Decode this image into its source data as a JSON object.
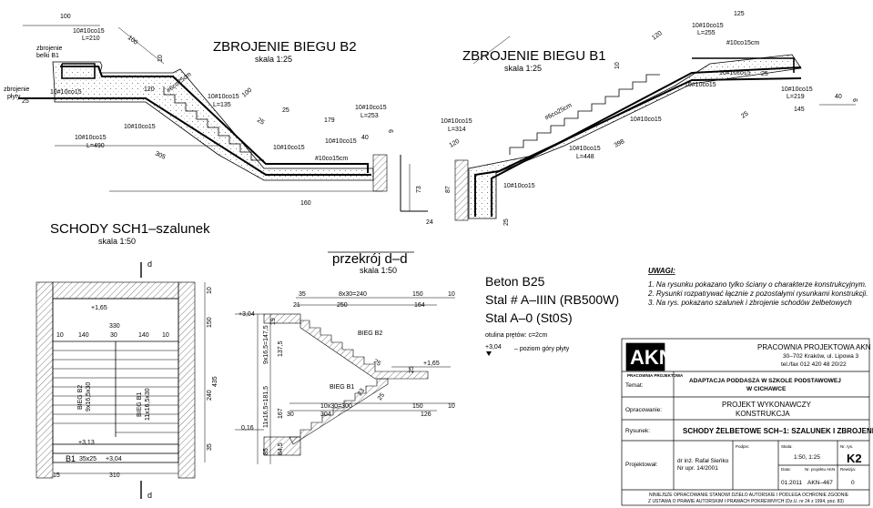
{
  "drawing": {
    "b2_title": "ZBROJENIE  BIEGU  B2",
    "b2_scale": "skala 1:25",
    "b1_title": "ZBROJENIE  BIEGU  B1",
    "b1_scale": "skala 1:25",
    "sch_title": "SCHODY  SCH1–szalunek",
    "sch_scale": "skala 1:50",
    "dd_title": "przekrój  d–d",
    "dd_scale": "skala 1:50",
    "b2_labels": {
      "d100a": "100",
      "zb_belki": "zbrojenie",
      "zb_belki2": "belki B1",
      "bar_top": "10#10co15",
      "len_210": "L=210",
      "d100b": "100",
      "d10": "10",
      "zb_plyty": "zbrojenie",
      "zb_plyty2": "płyty",
      "d25": "25",
      "bar_l": "10#10co15",
      "bar_l2": "10#10co15",
      "len_490": "L=490",
      "d305": "305",
      "bar_m": "10#10co15",
      "d120": "120",
      "stir": "#6co25cm",
      "bar_135": "10#10co15",
      "len_135": "L=135",
      "d100c": "100",
      "d25b": "25",
      "d25c": "25",
      "d179": "179",
      "bar_253": "10#10co15",
      "len_253": "L=253",
      "bar_n": "10#10co15",
      "bar_o": "10#10co15",
      "stir2": "#10co15cm",
      "d40": "40",
      "d9": "9",
      "d160": "160"
    },
    "b1_labels": {
      "d120": "120",
      "d10": "10",
      "bar_314": "10#10co15",
      "len_314": "L=314",
      "d120b": "120",
      "stir": "#6co25cm",
      "bar_448": "10#10co15",
      "len_448": "L=448",
      "d398": "398",
      "bar_a": "10#10co15",
      "bar_b": "10#10co15",
      "d125": "125",
      "bar_255": "10#10co15",
      "len_255": "L=255",
      "stir2": "#10co15cm",
      "bar_c": "10#10co15",
      "d25": "25",
      "bar_219": "10#10co15",
      "len_219": "L=219",
      "d145": "145",
      "d25b": "25",
      "d40": "40",
      "d9": "9",
      "bar_d": "10#10co15",
      "d73": "73",
      "d87": "87",
      "d24": "24",
      "d25c": "25"
    },
    "plan_labels": {
      "sec_d": "d",
      "sec_d2": "d",
      "lvl1": "+1,65",
      "d330": "330",
      "d10a": "10",
      "d140a": "140",
      "d30": "30",
      "d140b": "140",
      "d10b": "10",
      "bieg_b2": "BIEG B2",
      "b2_steps": "9x16,5x30",
      "bieg_b1": "BIEG B1",
      "b1_steps": "11x16,5x30",
      "lvl2": "+3,13",
      "beam": "B1",
      "beam_sz": "35x25",
      "lvl3": "+3,04",
      "d15": "15",
      "d310": "310",
      "d435": "435",
      "d150": "150",
      "d240": "240",
      "d35": "35",
      "d10c": "10"
    },
    "dd_labels": {
      "lvl_304": "+3,04",
      "lvl_016": "0,16",
      "lvl_165": "+1,65",
      "d35": "35",
      "d8x30": "8x30=240",
      "d150": "150",
      "d10": "10",
      "d21": "21",
      "d250": "250",
      "d164": "164",
      "bieg_b2": "BIEG B2",
      "bieg_b1": "BIEG B1",
      "d10x30": "10x30=300",
      "d150b": "150",
      "d10b": "10",
      "d304": "304",
      "d126": "126",
      "d30": "30",
      "v1": "9x16,5=147,5",
      "v2": "137,5",
      "v3": "11x16,5=181,5",
      "v4": "167",
      "v5": "85",
      "v6": "84,5",
      "d25a": "25",
      "d25b": "25",
      "d23": "23",
      "d25c": "25",
      "d19": "19"
    }
  },
  "specs": {
    "beton": "Beton  B25",
    "stal1": "Stal  #  A–IIIN  (RB500W)",
    "stal2": "Stal  A–0  (St0S)",
    "otulina": "otulina prętów: c=2cm",
    "lvl": "+3,04",
    "lvl_desc": "– poziom góry płyty"
  },
  "notes": {
    "heading": "UWAGI:",
    "items": [
      "1. Na rysunku pokazano tylko ściany o charakterze konstrukcyjnym.",
      "2. Rysunki rozpatrywać łącznie z pozostałymi rysunkami konstrukcji.",
      "3. Na rys. pokazano szalunek i zbrojenie schodów żelbetowych"
    ]
  },
  "titleblock": {
    "logo": "AKN",
    "logo_sub": "PRACOWNIA PROJEKTOWA",
    "firm": "PRACOWNIA  PROJEKTOWA  AKN",
    "address": "30–702 Kraków, ul. Lipowa 3",
    "phone": "tel./fax 012 420 48 20/22",
    "temat_lbl": "Temat:",
    "temat1": "ADAPTACJA PODDASZA W SZKOLE PODSTAWOWEJ",
    "temat2": "W CICHAWCE",
    "oprac_lbl": "Opracowanie:",
    "oprac1": "PROJEKT WYKONAWCZY",
    "oprac2": "KONSTRUKCJA",
    "rys_lbl": "Rysunek:",
    "rys": "SCHODY ŻELBETOWE SCH–1: SZALUNEK I ZBROJENIE",
    "proj_lbl": "Projektował:",
    "proj1": "dr inż. Rafał Sieńko",
    "proj2": "Nr upr. 14/2001",
    "podpis_lbl": "Podpis:",
    "skala_lbl": "Skala:",
    "skala": "1:50, 1:25",
    "nrrys_lbl": "Nr. rys.",
    "nrrys": "K2",
    "data_lbl": "Data:",
    "data": "01.2011",
    "nrproj_lbl": "Nr. projektu AKN",
    "nrproj": "AKN–467",
    "rew_lbl": "Rewizja:",
    "rew": "0",
    "foot1": "NINIEJSZE OPRACOWANIE STANOWI DZIEŁO AUTORSKIE I PODLEGA OCHRONIE ZGODNIE",
    "foot2": "Z USTAWĄ O PRAWIE AUTORSKIM I PRAWACH POKREWNYCH (Dz.U. nr 24 z 1994, poz. 83)"
  }
}
